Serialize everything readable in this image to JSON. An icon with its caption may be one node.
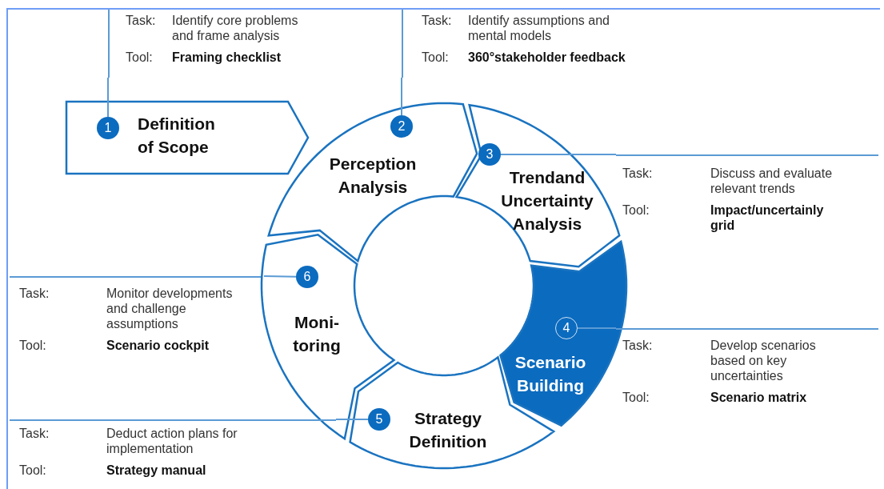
{
  "diagram": {
    "nodes": [
      {
        "text": [
          "Task:",
          "Identify core problems and frame analysis",
          "Tool:",
          "Framing checklist"
        ]
      },
      {
        "text": [
          "Task:",
          "Identify assumptions and mental models",
          "Tool:",
          "360°stakeholder feedback"
        ]
      },
      {
        "text": [
          "Definition of Scope"
        ]
      },
      {
        "text": [
          "1"
        ],
        "in": 2
      },
      {
        "text": [
          "Perception Analysis"
        ]
      },
      {
        "text": [
          "2"
        ],
        "in": 4
      },
      {
        "text": [
          "Trendand Uncertainty Analysis"
        ]
      },
      {
        "text": [
          "3"
        ],
        "in": 6
      },
      {
        "text": [
          "Task:",
          "Discuss and evaluate relevant trends",
          "Tool:",
          "Impact/uncertainly grid"
        ]
      },
      {
        "text": [
          "Task:",
          "Monitor developments and challenge assumptions",
          "Tool:",
          "Scenario cockpit"
        ]
      },
      {
        "text": [
          "Moni- toring"
        ]
      },
      {
        "text": [
          "6"
        ],
        "in": 10
      },
      {
        "text": [
          "Scenario Building"
        ]
      },
      {
        "text": [
          "4"
        ],
        "in": 12
      },
      {
        "text": [
          "Task:",
          "Develop scenarios based on key uncertainties",
          "Tool:",
          "Scenario matrix"
        ]
      },
      {
        "text": [
          "Strategy Definition"
        ]
      },
      {
        "text": [
          "5"
        ],
        "in": 15
      },
      {
        "text": [
          "Task:",
          "Deduct action plans for implementation",
          "Tool:",
          "Strategy manual"
        ]
      }
    ],
    "edges": [
      {
        "from": 3,
        "to": 0,
        "arrow": "none"
      },
      {
        "from": 5,
        "to": 1,
        "arrow": "none"
      },
      {
        "from": 7,
        "to": 8,
        "arrow": "none"
      },
      {
        "from": 13,
        "to": 14,
        "arrow": "none"
      },
      {
        "from": 11,
        "to": 9,
        "arrow": "none"
      },
      {
        "from": 16,
        "to": 17,
        "arrow": "none"
      }
    ]
  }
}
